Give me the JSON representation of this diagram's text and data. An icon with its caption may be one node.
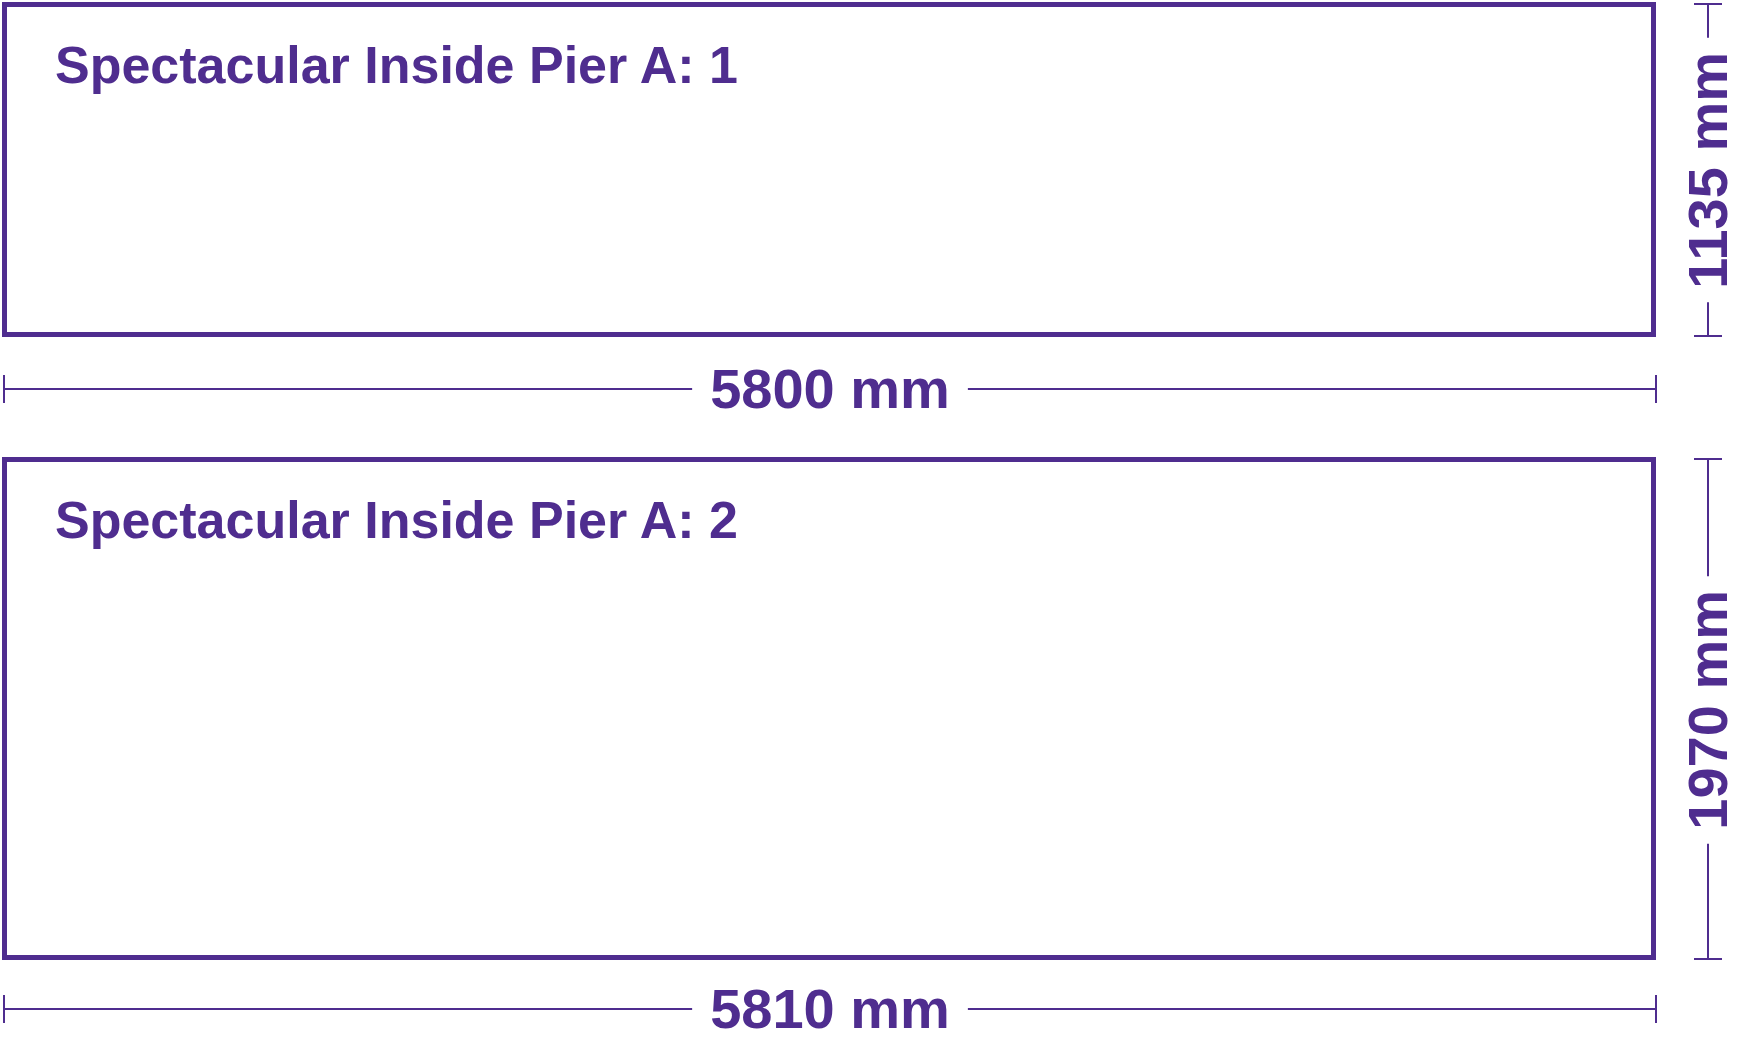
{
  "diagram": {
    "nodes": [
      {
        "text": [
          "Spectacular Inside Pier A: 1"
        ]
      },
      {
        "text": [
          "Spectacular Inside Pier A: 2"
        ]
      }
    ],
    "labels": [
      "1135 mm",
      "5800 mm",
      "1970 mm",
      "5810 mm"
    ]
  }
}
